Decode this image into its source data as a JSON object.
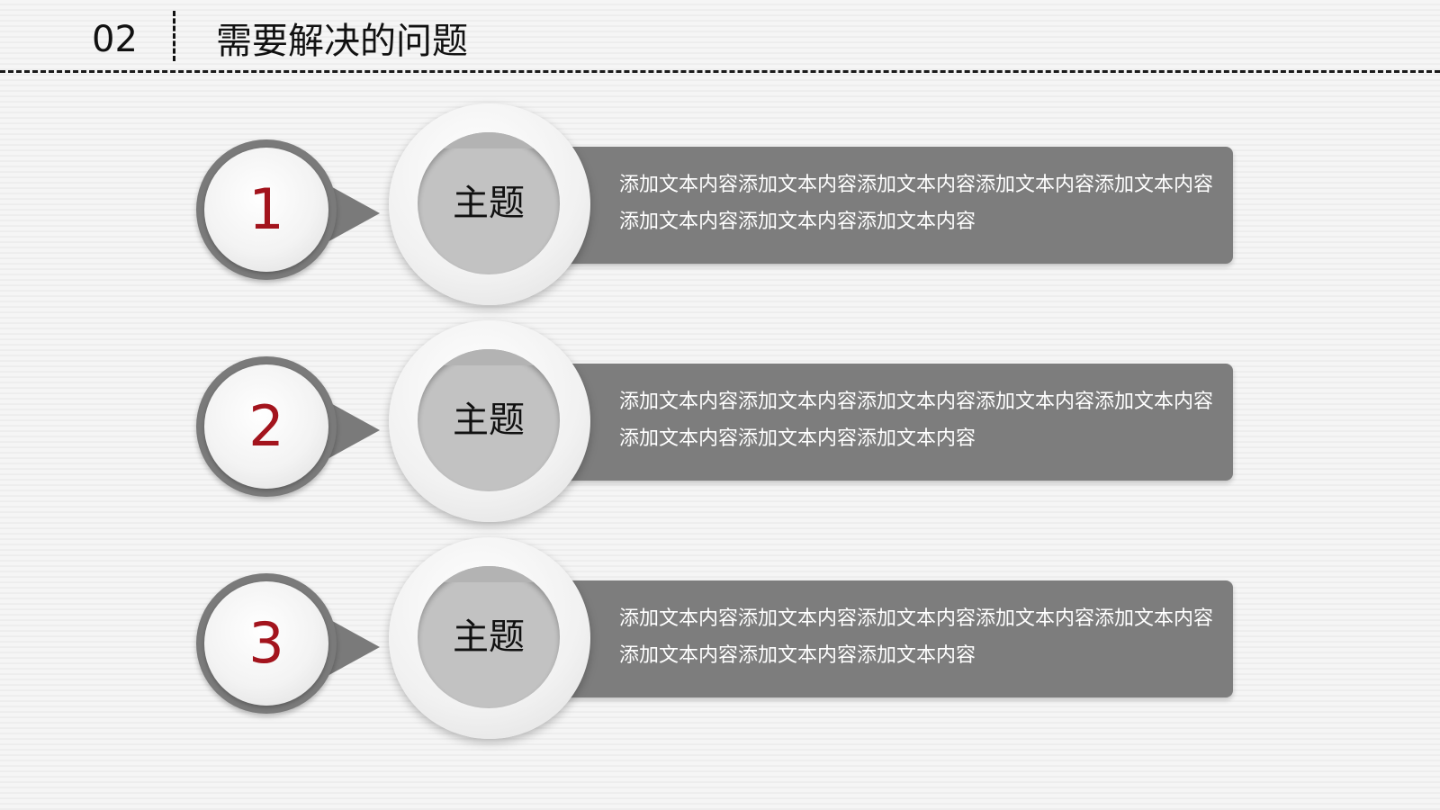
{
  "header": {
    "section_number": "02",
    "title": "需要解决的问题"
  },
  "items": [
    {
      "number": "1",
      "topic": "主题",
      "text": "添加文本内容添加文本内容添加文本内容添加文本内容添加文本内容添加文本内容添加文本内容添加文本内容"
    },
    {
      "number": "2",
      "topic": "主题",
      "text": "添加文本内容添加文本内容添加文本内容添加文本内容添加文本内容添加文本内容添加文本内容添加文本内容"
    },
    {
      "number": "3",
      "topic": "主题",
      "text": "添加文本内容添加文本内容添加文本内容添加文本内容添加文本内容添加文本内容添加文本内容添加文本内容"
    }
  ],
  "colors": {
    "accent_number": "#a3141d",
    "bar_gray": "#7d7d7d"
  }
}
